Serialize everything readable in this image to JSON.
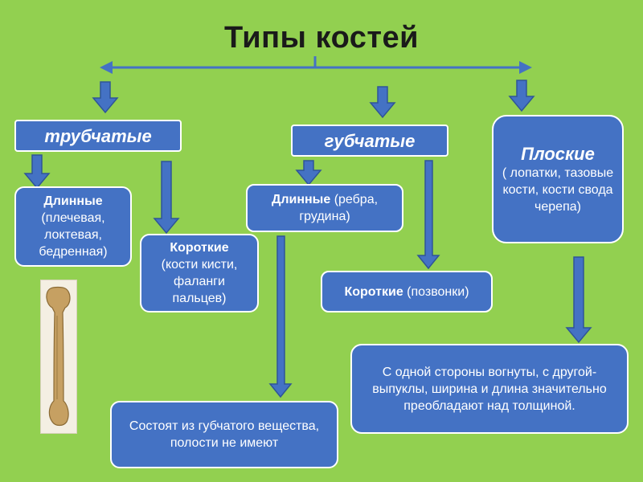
{
  "title": "Типы костей",
  "categories": {
    "tubular": {
      "label": "трубчатые"
    },
    "spongy": {
      "label": "губчатые"
    },
    "flat": {
      "label": "Плоские",
      "examples": "( лопатки, тазовые кости, кости свода черепа)"
    }
  },
  "tubular_long": {
    "label": "Длинные",
    "text": "(плечевая, локтевая, бедренная)"
  },
  "tubular_short": {
    "label": "Короткие",
    "text": "(кости кисти, фаланги пальцев)"
  },
  "spongy_long": {
    "label": "Длинные",
    "text": " (ребра, грудина)"
  },
  "spongy_short": {
    "label": "Короткие",
    "text": " (позвонки)"
  },
  "spongy_note": "Состоят из губчатого вещества, полости не имеют",
  "flat_note": "С одной стороны вогнуты, с другой- выпуклы, ширина и длина значительно преобладают над толщиной.",
  "colors": {
    "background": "#92D050",
    "box": "#4472C4",
    "arrow": "#4472C4",
    "border": "#FFFFFF"
  }
}
